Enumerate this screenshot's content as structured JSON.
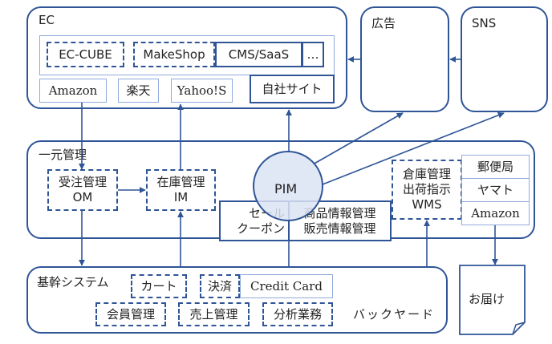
{
  "ec": {
    "title": "EC",
    "platforms": [
      "EC-CUBE",
      "MakeShop",
      "CMS/SaaS",
      "…"
    ],
    "malls": [
      "Amazon",
      "楽天",
      "Yahoo!S"
    ],
    "own_site": "自社サイト"
  },
  "ads": {
    "title": "広告"
  },
  "sns": {
    "title": "SNS"
  },
  "unified": {
    "title": "一元管理",
    "om": [
      "受注管理",
      "OM"
    ],
    "im": [
      "在庫管理",
      "IM"
    ],
    "pim": "PIM",
    "sale": [
      "セール",
      "クーポン"
    ],
    "product": [
      "商品情報管理",
      "販売情報管理"
    ],
    "wms": [
      "倉庫管理",
      "出荷指示",
      "WMS"
    ],
    "carriers": [
      "郵便局",
      "ヤマト",
      "Amazon"
    ]
  },
  "core": {
    "title": "基幹システム",
    "cart": "カート",
    "payment": "決済",
    "credit_card": "Credit Card",
    "member": "会員管理",
    "sales": "売上管理",
    "analytics": "分析業務",
    "backyard": "バックヤード"
  },
  "delivery": {
    "title": "お届け"
  },
  "colors": {
    "line": "#2f5597",
    "light_border": "#8faadc",
    "pim_fill": "#dae3f3"
  }
}
